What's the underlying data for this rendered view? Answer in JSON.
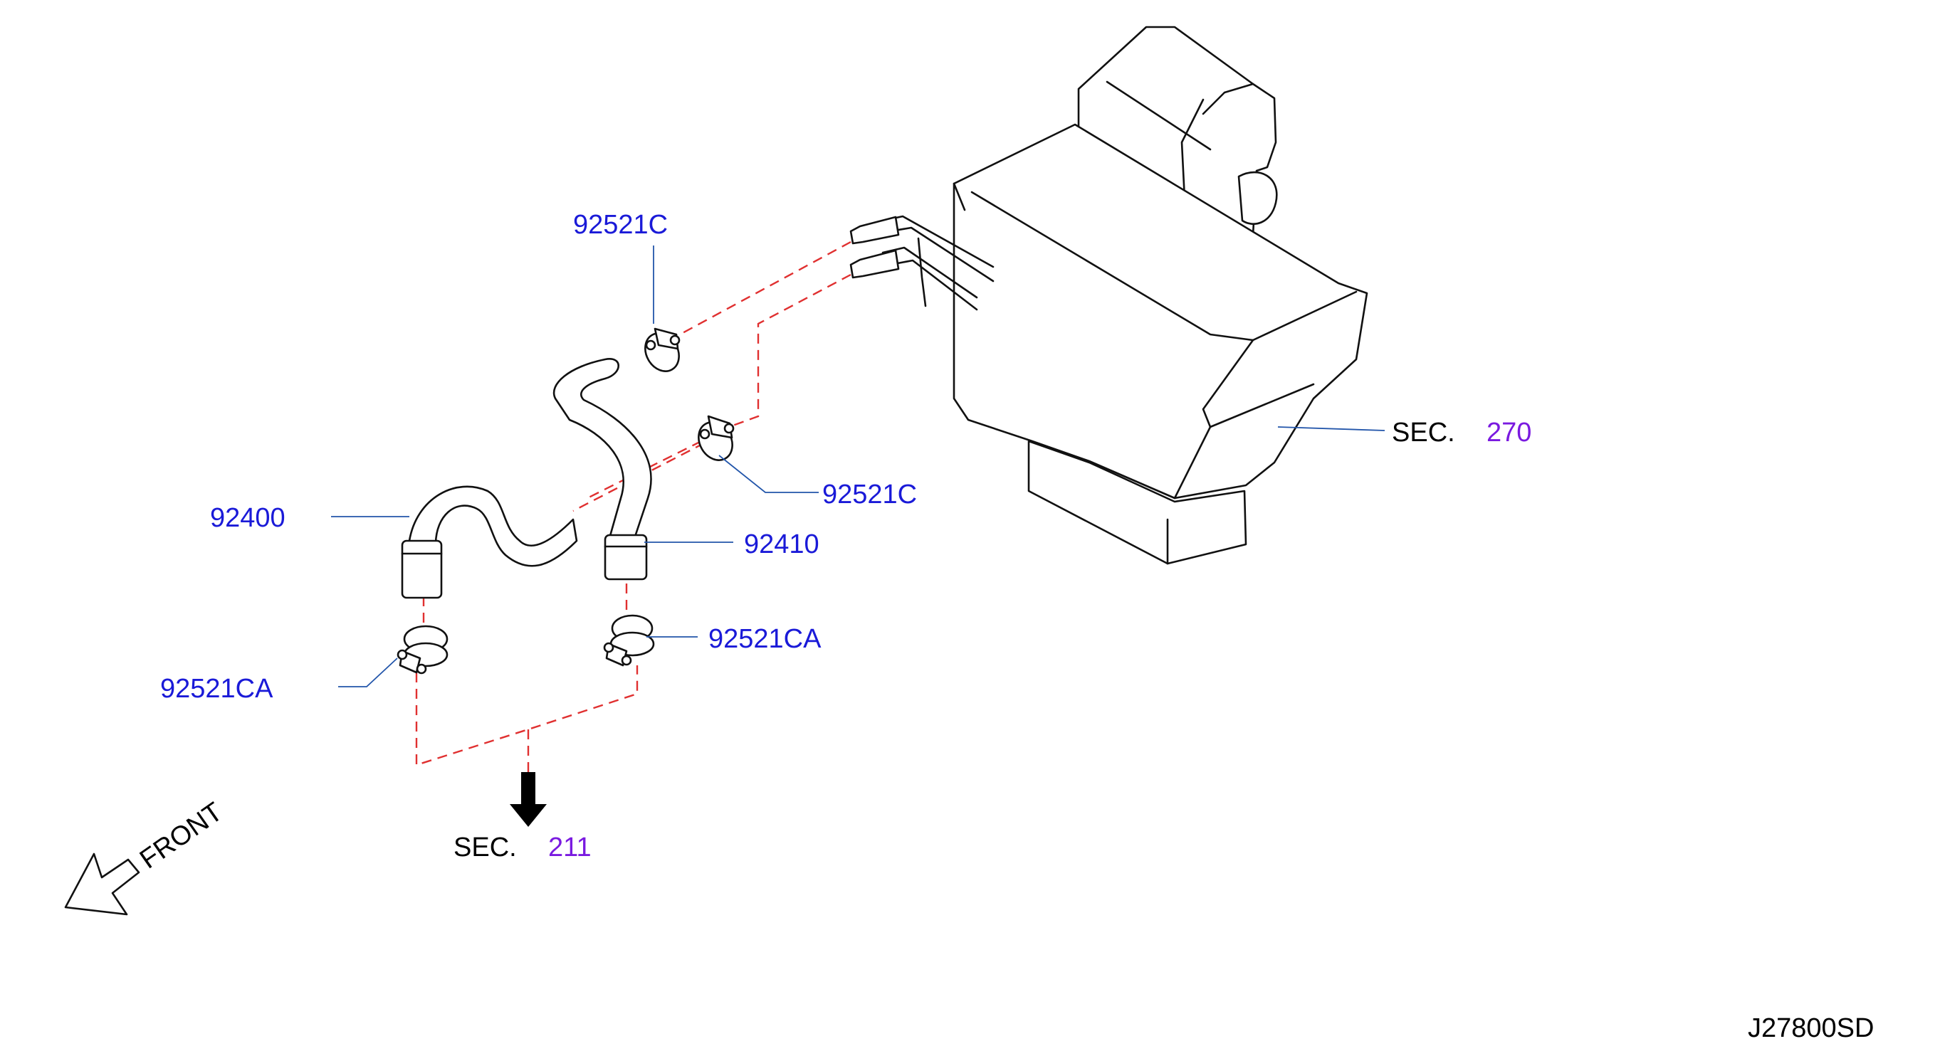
{
  "colors": {
    "part_number": "#1a1ad8",
    "section_ref": "#7a1ae0",
    "text": "#000000",
    "leader_line": "#2255aa",
    "dashed_connection": "#e03030"
  },
  "labels": {
    "clamp_top": "92521C",
    "clamp_mid": "92521C",
    "hose_inlet": "92400",
    "hose_outlet": "92410",
    "clamp_lower_left": "92521CA",
    "clamp_lower_right": "92521CA"
  },
  "sections": {
    "heater_unit": {
      "prefix": "SEC.",
      "number": "270"
    },
    "engine": {
      "prefix": "SEC.",
      "number": "211"
    }
  },
  "direction_label": "FRONT",
  "diagram_code": "J27800SD"
}
